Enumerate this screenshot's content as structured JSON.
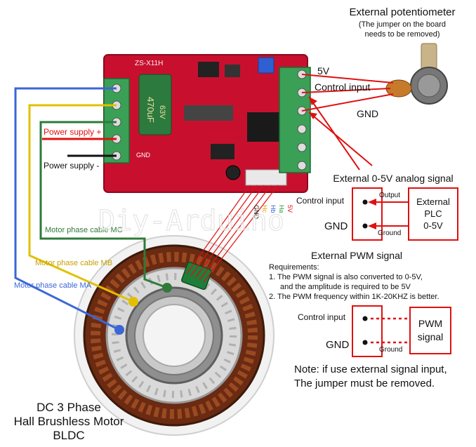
{
  "potentiometer": {
    "title": "External potentiometer",
    "note_line1": "(The jumper on the board",
    "note_line2": "needs to be removed)"
  },
  "board": {
    "model": "ZS-X11H",
    "cap_value": "470uF",
    "cap_voltage": "63V",
    "gnd_marking": "GND"
  },
  "terminals_right": {
    "t5v": "5V",
    "control": "Control input",
    "gnd": "GND"
  },
  "power": {
    "plus": "Power supply +",
    "minus": "Power supply -"
  },
  "hall_labels": [
    "5V",
    "Ha",
    "Hb",
    "Hc",
    "GND"
  ],
  "analog": {
    "title": "External 0-5V analog signal",
    "control": "Control input",
    "gnd": "GND",
    "output": "Output",
    "ground": "Ground",
    "ext1": "External",
    "ext2": "PLC",
    "ext3": "0-5V"
  },
  "pwm": {
    "title": "External PWM signal",
    "req": "Requirements:",
    "req1": "1. The PWM signal is also converted to 0-5V,",
    "req1b": "and the amplitude is required to be 5V",
    "req2": "2. The PWM frequency within 1K-20KHZ is better.",
    "control": "Control input",
    "gnd": "GND",
    "ground": "Ground",
    "box1": "PWM",
    "box2": "signal"
  },
  "note": {
    "line1": "Note:  if use external signal input,",
    "line2": "The jumper must be removed."
  },
  "motor_cables": {
    "mc": "Motor phase cable MC",
    "mb": "Motor phase cable MB",
    "ma": "Motor phase cable MA"
  },
  "motor": {
    "line1": "DC 3 Phase",
    "line2": "Hall Brushless Motor",
    "line3": "BLDC"
  },
  "watermark": "Diy-Arduino",
  "colors": {
    "accent_red": "#e01010",
    "board_red": "#c8102e",
    "terminal_green": "#2e9a4c",
    "wire_blue": "#3a66d8",
    "wire_yellow": "#e2c000",
    "wire_green": "#2f7a3a"
  }
}
